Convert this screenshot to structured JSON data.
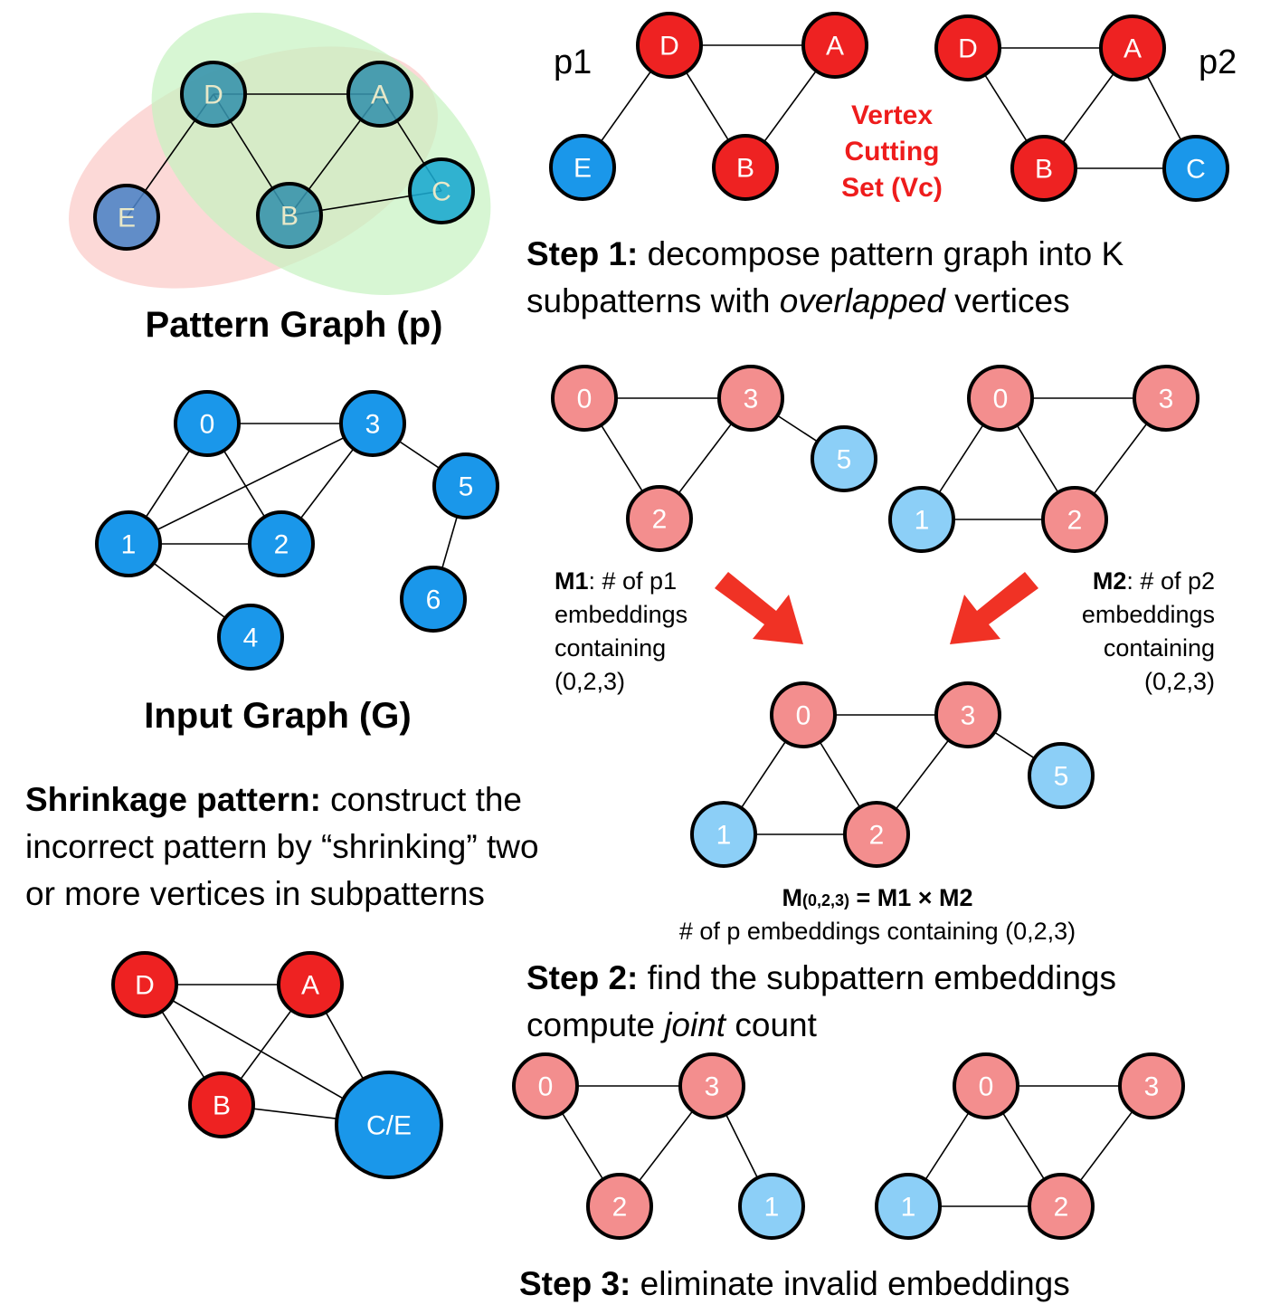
{
  "colors": {
    "red": "#ee2222",
    "pink": "#f38e8e",
    "blue": "#1a97ea",
    "lightblue": "#8ccff7",
    "teal": "#3592ac",
    "cyan": "#19a9cf",
    "steel": "#4b82c6",
    "arrow": "#f03225",
    "blobPink": "#fbd2d0",
    "blobGreen": "#d2f7cf",
    "blobOverlap": "#cfd7a8"
  },
  "text": {
    "pattern_caption": "Pattern Graph (p)",
    "input_caption": "Input Graph (G)",
    "p1": "p1",
    "p2": "p2",
    "vc_line1": "Vertex",
    "vc_line2": "Cutting",
    "vc_line3": "Set (Vc)",
    "step1_bold": "Step 1:",
    "step1_text1": " decompose pattern graph into K",
    "step1_text2a": "subpatterns with ",
    "step1_text2b": "overlapped",
    "step1_text2c": " vertices",
    "m1_bold": "M1",
    "m1_text1": ": # of p1",
    "m1_text2": "embeddings",
    "m1_text3": "containing",
    "m1_text4": "(0,2,3)",
    "m2_bold": "M2",
    "m2_text1": ": # of p2",
    "m2_text2": "embeddings",
    "m2_text3": "containing",
    "m2_text4": "(0,2,3)",
    "formula_m": "M",
    "formula_sub": "(0,2,3)",
    "formula_rest": " = M1 × M2",
    "formula_desc": "# of p embeddings containing (0,2,3)",
    "step2_bold": "Step 2:",
    "step2_text1": " find the subpattern embeddings",
    "step2_text2a": "compute ",
    "step2_text2b": "joint",
    "step2_text2c": " count",
    "shrink_bold": "Shrinkage pattern:",
    "shrink_text1": " construct the",
    "shrink_text2": "incorrect pattern by “shrinking” two",
    "shrink_text3": "or more vertices in subpatterns",
    "step3_bold": "Step 3:",
    "step3_text": " eliminate invalid embeddings"
  },
  "graphs": [
    {
      "id": "pattern-graph",
      "nodes": [
        {
          "id": "D",
          "label": "D",
          "color": "teal"
        },
        {
          "id": "A",
          "label": "A",
          "color": "teal"
        },
        {
          "id": "E",
          "label": "E",
          "color": "steel"
        },
        {
          "id": "B",
          "label": "B",
          "color": "teal"
        },
        {
          "id": "C",
          "label": "C",
          "color": "cyan"
        }
      ],
      "edges": [
        [
          "D",
          "A"
        ],
        [
          "D",
          "E"
        ],
        [
          "D",
          "B"
        ],
        [
          "A",
          "B"
        ],
        [
          "A",
          "C"
        ],
        [
          "B",
          "C"
        ]
      ]
    },
    {
      "id": "subpattern-p1",
      "nodes": [
        {
          "id": "D",
          "label": "D",
          "color": "red"
        },
        {
          "id": "A",
          "label": "A",
          "color": "red"
        },
        {
          "id": "E",
          "label": "E",
          "color": "blue"
        },
        {
          "id": "B",
          "label": "B",
          "color": "red"
        }
      ],
      "edges": [
        [
          "D",
          "A"
        ],
        [
          "D",
          "E"
        ],
        [
          "D",
          "B"
        ],
        [
          "A",
          "B"
        ]
      ]
    },
    {
      "id": "subpattern-p2",
      "nodes": [
        {
          "id": "D",
          "label": "D",
          "color": "red"
        },
        {
          "id": "A",
          "label": "A",
          "color": "red"
        },
        {
          "id": "B",
          "label": "B",
          "color": "red"
        },
        {
          "id": "C",
          "label": "C",
          "color": "blue"
        }
      ],
      "edges": [
        [
          "D",
          "A"
        ],
        [
          "D",
          "B"
        ],
        [
          "A",
          "B"
        ],
        [
          "A",
          "C"
        ],
        [
          "B",
          "C"
        ]
      ]
    },
    {
      "id": "input-graph",
      "nodes": [
        {
          "id": "0",
          "label": "0",
          "color": "blue"
        },
        {
          "id": "3",
          "label": "3",
          "color": "blue"
        },
        {
          "id": "5",
          "label": "5",
          "color": "blue"
        },
        {
          "id": "1",
          "label": "1",
          "color": "blue"
        },
        {
          "id": "2",
          "label": "2",
          "color": "blue"
        },
        {
          "id": "6",
          "label": "6",
          "color": "blue"
        },
        {
          "id": "4",
          "label": "4",
          "color": "blue"
        }
      ],
      "edges": [
        [
          "0",
          "3"
        ],
        [
          "0",
          "1"
        ],
        [
          "0",
          "2"
        ],
        [
          "1",
          "3"
        ],
        [
          "1",
          "2"
        ],
        [
          "2",
          "3"
        ],
        [
          "3",
          "5"
        ],
        [
          "5",
          "6"
        ],
        [
          "1",
          "4"
        ]
      ]
    },
    {
      "id": "embedding-p1",
      "nodes": [
        {
          "id": "0",
          "label": "0",
          "color": "pink"
        },
        {
          "id": "3",
          "label": "3",
          "color": "pink"
        },
        {
          "id": "5",
          "label": "5",
          "color": "lightblue"
        },
        {
          "id": "2",
          "label": "2",
          "color": "pink"
        }
      ],
      "edges": [
        [
          "0",
          "3"
        ],
        [
          "0",
          "2"
        ],
        [
          "2",
          "3"
        ],
        [
          "3",
          "5"
        ]
      ]
    },
    {
      "id": "embedding-p2",
      "nodes": [
        {
          "id": "0",
          "label": "0",
          "color": "pink"
        },
        {
          "id": "3",
          "label": "3",
          "color": "pink"
        },
        {
          "id": "1",
          "label": "1",
          "color": "lightblue"
        },
        {
          "id": "2",
          "label": "2",
          "color": "pink"
        }
      ],
      "edges": [
        [
          "0",
          "3"
        ],
        [
          "0",
          "1"
        ],
        [
          "0",
          "2"
        ],
        [
          "2",
          "3"
        ],
        [
          "1",
          "2"
        ]
      ]
    },
    {
      "id": "joint-embedding",
      "nodes": [
        {
          "id": "0",
          "label": "0",
          "color": "pink"
        },
        {
          "id": "3",
          "label": "3",
          "color": "pink"
        },
        {
          "id": "5",
          "label": "5",
          "color": "lightblue"
        },
        {
          "id": "1",
          "label": "1",
          "color": "lightblue"
        },
        {
          "id": "2",
          "label": "2",
          "color": "pink"
        }
      ],
      "edges": [
        [
          "0",
          "3"
        ],
        [
          "0",
          "1"
        ],
        [
          "0",
          "2"
        ],
        [
          "2",
          "3"
        ],
        [
          "3",
          "5"
        ],
        [
          "1",
          "2"
        ]
      ]
    },
    {
      "id": "shrinkage-pattern",
      "nodes": [
        {
          "id": "D",
          "label": "D",
          "color": "red"
        },
        {
          "id": "A",
          "label": "A",
          "color": "red"
        },
        {
          "id": "B",
          "label": "B",
          "color": "red"
        },
        {
          "id": "CE",
          "label": "C/E",
          "color": "blue"
        }
      ],
      "edges": [
        [
          "D",
          "A"
        ],
        [
          "D",
          "B"
        ],
        [
          "D",
          "CE"
        ],
        [
          "A",
          "B"
        ],
        [
          "A",
          "CE"
        ],
        [
          "B",
          "CE"
        ]
      ]
    },
    {
      "id": "invalid-embedding-1",
      "nodes": [
        {
          "id": "0",
          "label": "0",
          "color": "pink"
        },
        {
          "id": "3",
          "label": "3",
          "color": "pink"
        },
        {
          "id": "2",
          "label": "2",
          "color": "pink"
        },
        {
          "id": "1",
          "label": "1",
          "color": "lightblue"
        }
      ],
      "edges": [
        [
          "0",
          "3"
        ],
        [
          "0",
          "2"
        ],
        [
          "2",
          "3"
        ],
        [
          "3",
          "1"
        ]
      ]
    },
    {
      "id": "invalid-embedding-2",
      "nodes": [
        {
          "id": "0",
          "label": "0",
          "color": "pink"
        },
        {
          "id": "3",
          "label": "3",
          "color": "pink"
        },
        {
          "id": "1",
          "label": "1",
          "color": "lightblue"
        },
        {
          "id": "2",
          "label": "2",
          "color": "pink"
        }
      ],
      "edges": [
        [
          "0",
          "3"
        ],
        [
          "0",
          "1"
        ],
        [
          "0",
          "2"
        ],
        [
          "2",
          "3"
        ],
        [
          "1",
          "2"
        ]
      ]
    }
  ]
}
